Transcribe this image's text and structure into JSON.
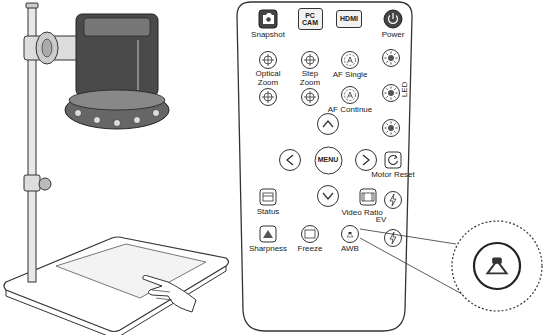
{
  "diagram": {
    "nodes": [
      {
        "text": [
          "PC CAM"
        ]
      },
      {
        "text": [
          "HDMI"
        ]
      },
      {
        "text": [
          "MENU"
        ]
      }
    ],
    "labels": [
      "Snapshot",
      "Power",
      "Optical Zoom",
      "Step Zoom",
      "AF Single",
      "AF Continue",
      "LED",
      "Motor Reset",
      "Status",
      "Video Ratio",
      "EV",
      "Sharpness",
      "Freeze",
      "AWB"
    ]
  }
}
